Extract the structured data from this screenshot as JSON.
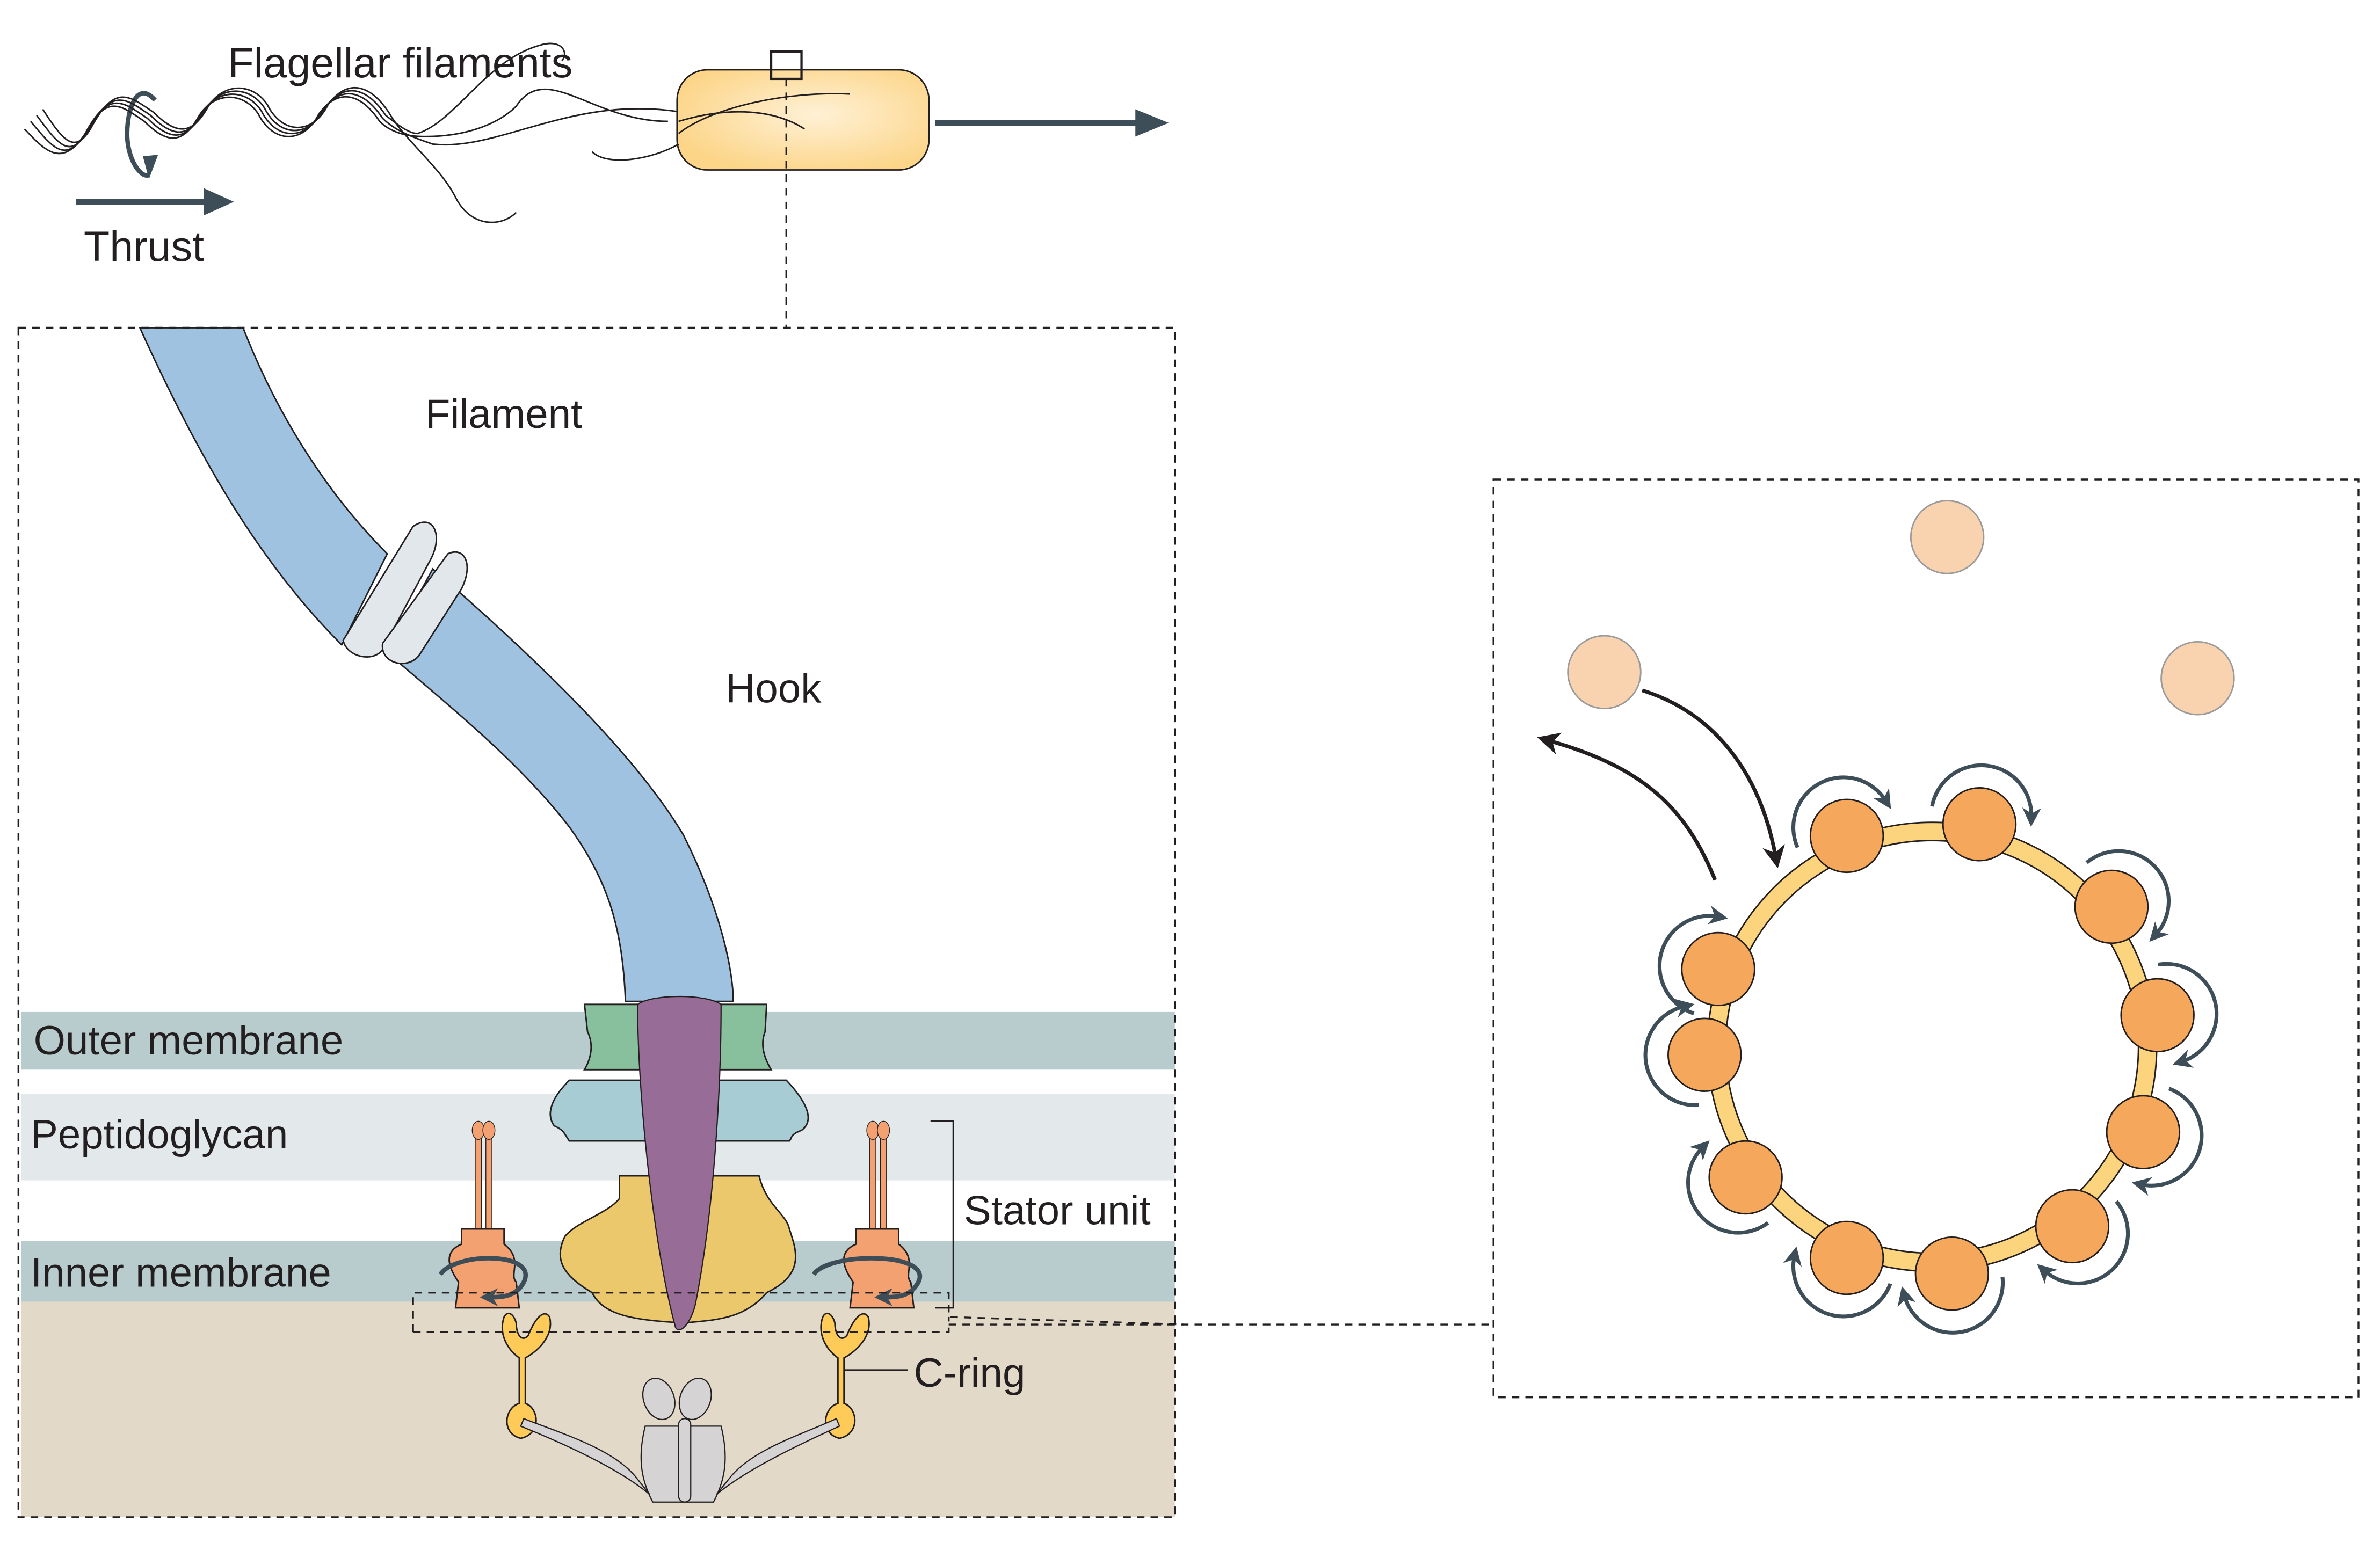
{
  "title": "Bacterial flagellar motor",
  "labels": {
    "flagellar_filaments": "Flagellar filaments",
    "thrust": "Thrust",
    "filament": "Filament",
    "hook": "Hook",
    "outer_membrane": "Outer membrane",
    "peptidoglycan": "Peptidoglycan",
    "inner_membrane": "Inner membrane",
    "stator_unit": "Stator unit",
    "c_ring": "C-ring"
  },
  "colors": {
    "cell_body": "#fcd588",
    "filament": "#9fc2e0",
    "filament_junction": "#e2e7eb",
    "outer_membrane_band": "#b9cccd",
    "peptidoglycan_band": "#e3e9eb",
    "inner_membrane_band": "#b9cccd",
    "cytoplasm": "#e3d9c8",
    "l_ring": "#88bf9c",
    "p_ring": "#a7ccd3",
    "ms_ring": "#ecc86c",
    "rod": "#976c97",
    "stator": "#f4a172",
    "c_ring": "#fecb58",
    "export_apparatus": "#d5d3d3",
    "rotor_protein": "#f5a75c",
    "free_stator": "#f9d3b0",
    "arrow": "#3d4e58"
  },
  "right_panel": {
    "bound_stator_count": 11,
    "free_stator_count": 3
  }
}
